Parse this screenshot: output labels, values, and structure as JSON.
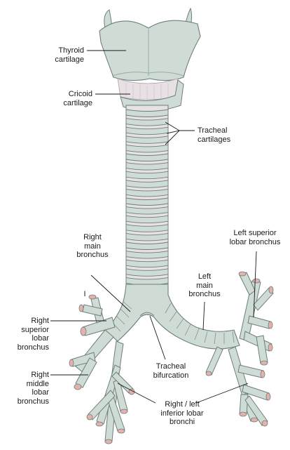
{
  "colors": {
    "cartilage_fill": "#cfdcd6",
    "cartilage_stroke": "#6d7f78",
    "membrane_fill": "#e7e1e6",
    "lumen_fill": "#e6b1ac",
    "text": "#1a1a1a"
  },
  "labels": {
    "thyroid_cartilage": "Thyroid\ncartilage",
    "cricoid_cartilage": "Cricoid\ncartilage",
    "tracheal_cartilages": "Tracheal\ncartilages",
    "right_main_bronchus": "Right\nmain\nbronchus",
    "left_superior_lobar_bronchus": "Left superior\nlobar bronchus",
    "left_main_bronchus": "Left\nmain\nbronchus",
    "right_superior_lobar_bronchus": "Right\nsuperior\nlobar\nbronchus",
    "right_middle_lobar_bronchus": "Right\nmiddle\nlobar\nbronchus",
    "tracheal_bifurcation": "Tracheal\nbifurcation",
    "inferior_lobar_bronchi": "Right / left\ninferior lobar\nbronchi",
    "roman_marker": "I"
  }
}
